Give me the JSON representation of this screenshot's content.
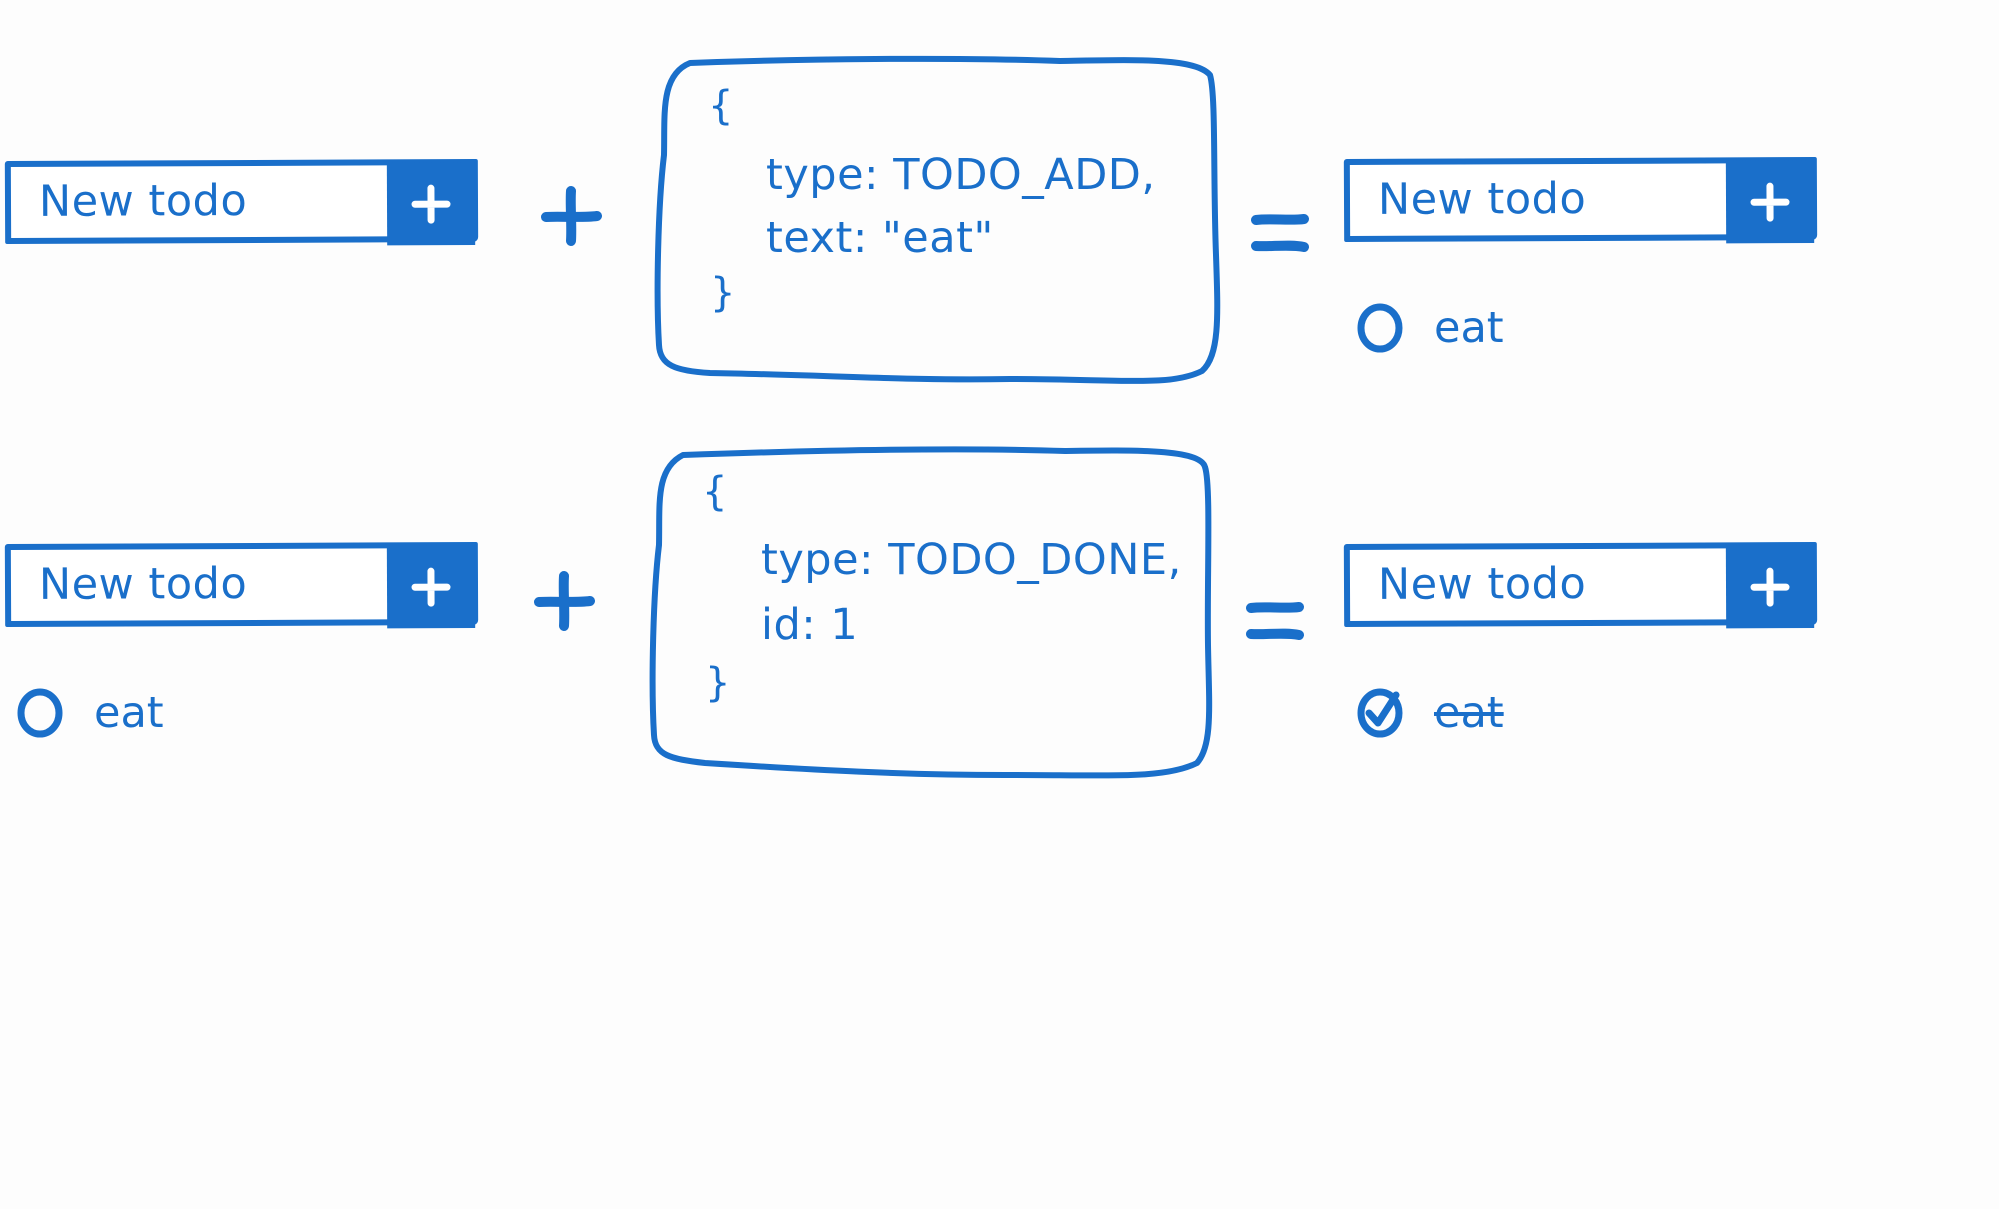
{
  "colors": {
    "ink": "#1a6fca",
    "background": "#fdfdfd"
  },
  "row1": {
    "before": {
      "input_text": "New todo",
      "add_icon": "plus-icon",
      "items": []
    },
    "operator_plus": "+",
    "action": {
      "open_brace": "{",
      "line1": "type:  TODO_ADD,",
      "line2": "text:  \"eat\"",
      "close_brace": "}"
    },
    "operator_equals": "=",
    "after": {
      "input_text": "New todo",
      "add_icon": "plus-icon",
      "items": [
        {
          "text": "eat",
          "done": false,
          "icon": "circle-icon"
        }
      ]
    }
  },
  "row2": {
    "before": {
      "input_text": "New todo",
      "add_icon": "plus-icon",
      "items": [
        {
          "text": "eat",
          "done": false,
          "icon": "circle-icon"
        }
      ]
    },
    "operator_plus": "+",
    "action": {
      "open_brace": "{",
      "line1": "type:  TODO_DONE,",
      "line2": "id:  1",
      "close_brace": "}"
    },
    "operator_equals": "=",
    "after": {
      "input_text": "New todo",
      "add_icon": "plus-icon",
      "items": [
        {
          "text": "eat",
          "done": true,
          "icon": "checked-circle-icon"
        }
      ]
    }
  }
}
